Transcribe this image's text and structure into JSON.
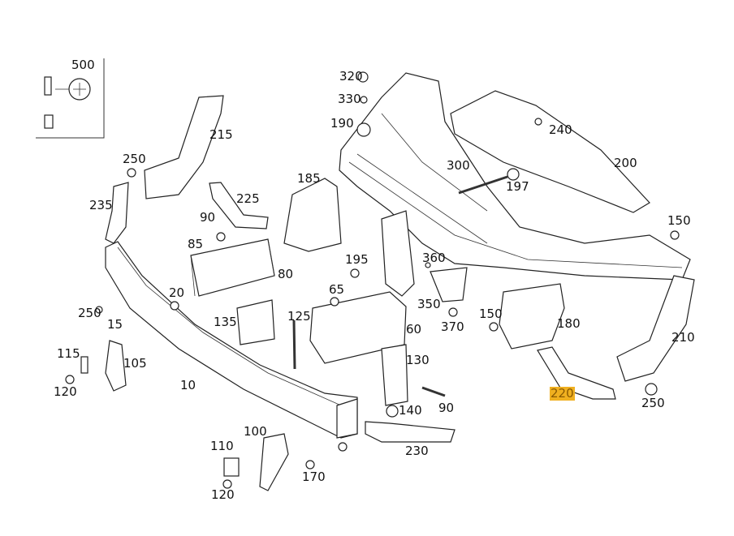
{
  "diagram": {
    "highlight_color": "#f0b020",
    "highlighted_part": "220",
    "callouts": [
      {
        "id": "c500",
        "text": "500"
      },
      {
        "id": "c320",
        "text": "320"
      },
      {
        "id": "c330",
        "text": "330"
      },
      {
        "id": "c190",
        "text": "190"
      },
      {
        "id": "c240",
        "text": "240"
      },
      {
        "id": "c215",
        "text": "215"
      },
      {
        "id": "c250a",
        "text": "250"
      },
      {
        "id": "c300",
        "text": "300"
      },
      {
        "id": "c200",
        "text": "200"
      },
      {
        "id": "c197",
        "text": "197"
      },
      {
        "id": "c185",
        "text": "185"
      },
      {
        "id": "c235",
        "text": "235"
      },
      {
        "id": "c225",
        "text": "225"
      },
      {
        "id": "c90a",
        "text": "90"
      },
      {
        "id": "c85",
        "text": "85"
      },
      {
        "id": "c150a",
        "text": "150"
      },
      {
        "id": "c195",
        "text": "195"
      },
      {
        "id": "c360",
        "text": "360"
      },
      {
        "id": "c80",
        "text": "80"
      },
      {
        "id": "c20",
        "text": "20"
      },
      {
        "id": "c65",
        "text": "65"
      },
      {
        "id": "c250b",
        "text": "250"
      },
      {
        "id": "c15",
        "text": "15"
      },
      {
        "id": "c135",
        "text": "135"
      },
      {
        "id": "c125",
        "text": "125"
      },
      {
        "id": "c350",
        "text": "350"
      },
      {
        "id": "c370",
        "text": "370"
      },
      {
        "id": "c150b",
        "text": "150"
      },
      {
        "id": "c180",
        "text": "180"
      },
      {
        "id": "c210",
        "text": "210"
      },
      {
        "id": "c60",
        "text": "60"
      },
      {
        "id": "c130",
        "text": "130"
      },
      {
        "id": "c115",
        "text": "115"
      },
      {
        "id": "c105",
        "text": "105"
      },
      {
        "id": "c120a",
        "text": "120"
      },
      {
        "id": "c10",
        "text": "10"
      },
      {
        "id": "c140",
        "text": "140"
      },
      {
        "id": "c90b",
        "text": "90"
      },
      {
        "id": "c220",
        "text": "220"
      },
      {
        "id": "c250c",
        "text": "250"
      },
      {
        "id": "c100",
        "text": "100"
      },
      {
        "id": "c110",
        "text": "110"
      },
      {
        "id": "c230",
        "text": "230"
      },
      {
        "id": "c170",
        "text": "170"
      },
      {
        "id": "c120b",
        "text": "120"
      }
    ]
  }
}
